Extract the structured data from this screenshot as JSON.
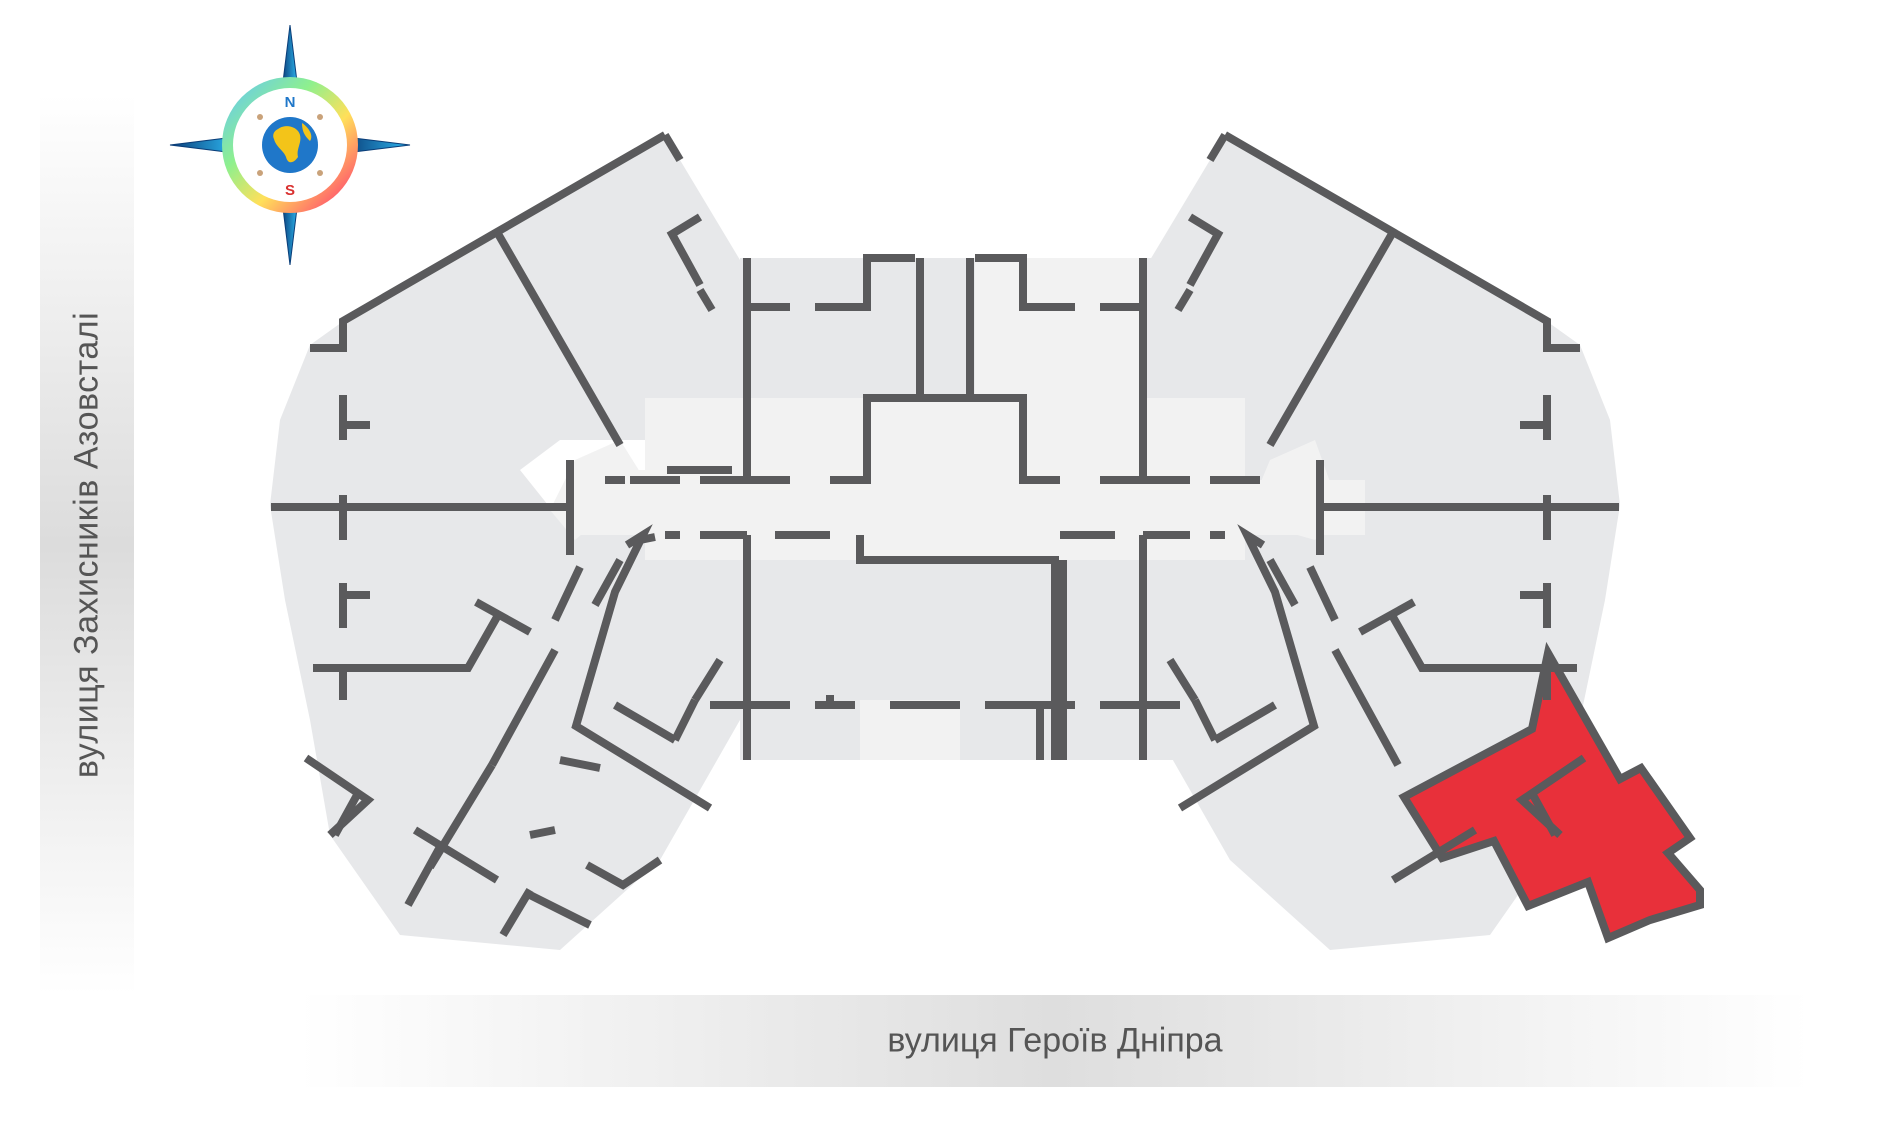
{
  "streets": {
    "left": "вулиця Захисників Азовсталі",
    "bottom": "вулиця Героїв Дніпра"
  },
  "compass": {
    "north": "N",
    "south": "S",
    "icon": "compass-rose-icon"
  },
  "colors": {
    "highlight": "#e8303a",
    "floor": "#e7e8ea",
    "corridor": "#f1f1f1",
    "walls": "#5a5a5c"
  },
  "highlighted_unit": "selected-apartment"
}
